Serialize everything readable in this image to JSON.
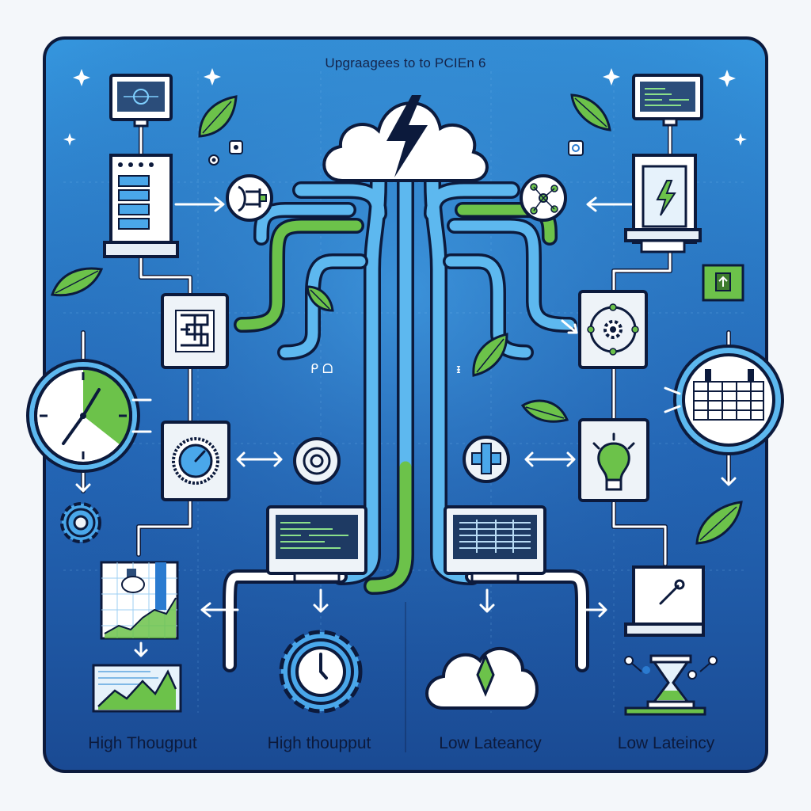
{
  "diagram": {
    "title": "Upgraagees to to PCIEn 6",
    "captions": [
      "High Thougput",
      "High thoupput",
      "Low Lateancy",
      "Low Lateincy"
    ],
    "small_glyphs": [
      "ᑭ  ᗝ",
      "ᵻ"
    ]
  },
  "colors": {
    "panel_top": "#2f86d6",
    "panel_bottom": "#1a4f9a",
    "outline": "#0c1a3c",
    "light_blue": "#5db8ef",
    "green": "#6cc24a",
    "card": "#eef3f8"
  },
  "icons": [
    "monitor-icon",
    "server-icon",
    "cloud-lightning-icon",
    "leaf-icon",
    "stopwatch-icon",
    "gear-icon",
    "chart-icon",
    "circuit-icon",
    "dial-icon",
    "lightbulb-icon",
    "hourglass-icon",
    "laptop-icon"
  ]
}
